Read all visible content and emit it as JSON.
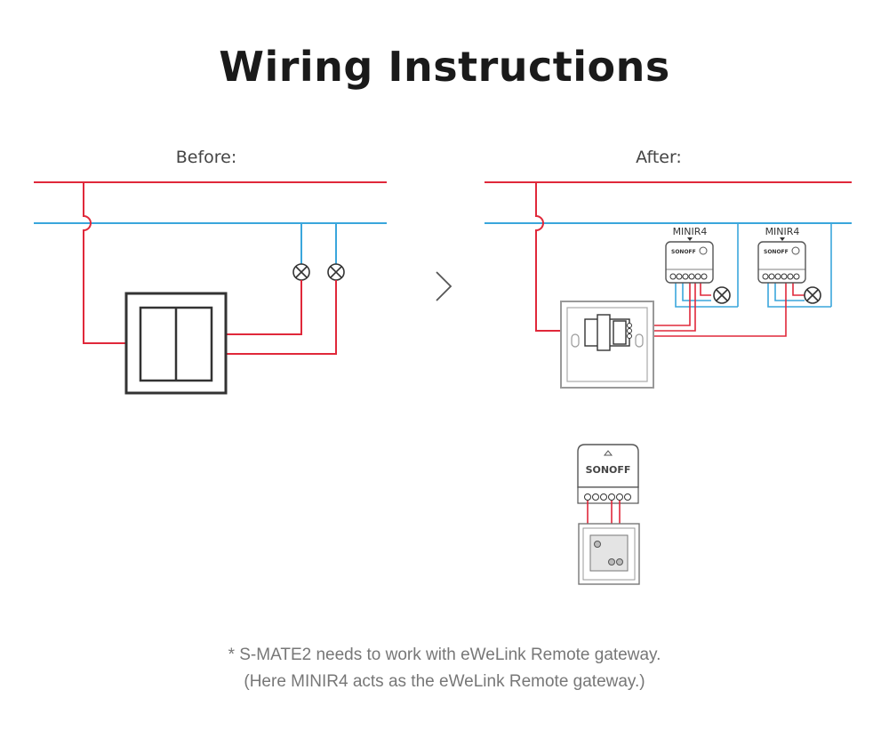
{
  "title": "Wiring Instructions",
  "labels": {
    "before": "Before:",
    "after": "After:"
  },
  "devices": {
    "device_1_name": "MINIR4",
    "device_2_name": "MINIR4",
    "brand": "SONOFF"
  },
  "notes": {
    "line1": "* S-MATE2 needs to work with eWeLink Remote gateway.",
    "line2": "(Here MINIR4 acts as the eWeLink Remote gateway.)"
  },
  "colors": {
    "live_wire": "#e0283a",
    "neutral_wire": "#3aa6dc",
    "switch": "#333333",
    "device_outline": "#555555",
    "box_outline": "#999999"
  }
}
